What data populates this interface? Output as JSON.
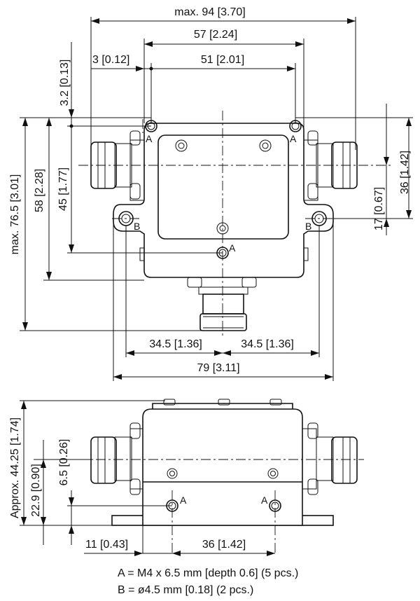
{
  "top_view": {
    "dims": {
      "max_width": "max. 94 [3.70]",
      "width_57": "57 [2.24]",
      "offset_3": "3 [0.12]",
      "hole_spacing_51": "51 [2.01]",
      "offset_3_2": "3.2 [0.13]",
      "max_height": "max. 76.5 [3.01]",
      "height_58": "58 [2.28]",
      "height_45": "45 [1.77]",
      "right_36": "36 [1.42]",
      "right_17": "17 [0.67]",
      "half_left": "34.5 [1.36]",
      "half_right": "34.5 [1.36]",
      "flange_width": "79 [3.11]"
    },
    "markers": {
      "a": "A",
      "b": "B"
    }
  },
  "side_view": {
    "dims": {
      "approx_height": "Approx. 44.25 [1.74]",
      "height_22_9": "22.9 [0.90]",
      "height_6_5": "6.5 [0.26]",
      "offset_11": "11 [0.43]",
      "spacing_36": "36 [1.42]"
    },
    "markers": {
      "a": "A"
    }
  },
  "notes": {
    "a": "A = M4 x 6.5 mm [depth 0.6] (5 pcs.)",
    "b": "B = ø4.5 mm [0.18] (2 pcs.)"
  }
}
